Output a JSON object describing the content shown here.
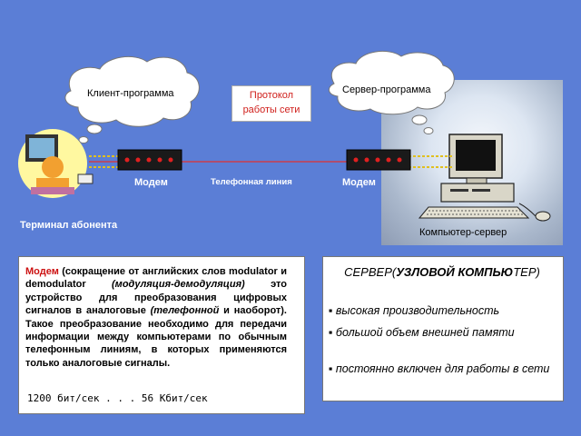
{
  "diagram": {
    "client_program": "Клиент-программа",
    "server_program": "Сервер-программа",
    "protocol_line1": "Протокол",
    "protocol_line2": "работы сети",
    "modem_left": "Модем",
    "modem_right": "Модем",
    "phone_line": "Телефонная линия",
    "terminal": "Терминал  абонента",
    "server_computer": "Компьютер-сервер"
  },
  "info": {
    "term": "Модем",
    "p1": " (сокращение от английских слов modulator и demodulator ",
    "p2": "(модуляция-демодуляция)",
    "p3": " это устройство для преобразования цифровых сигналов в аналоговые ",
    "p4": "(телефонной",
    "p5": " и наоборот). Такое преобразование необходимо для передачи информации между компьютерами по обычным телефонным линиям, в которых применяются только аналоговые сигналы.",
    "speed": "1200 бит/сек . . . 56 Кбит/сек"
  },
  "server_box": {
    "title_a": "СЕРВЕР(",
    "title_b": "УЗЛОВОЙ КОМПЬЮ",
    "title_c": "ТЕР)",
    "items": [
      "высокая производительность",
      "большой объем внешней памяти",
      "постоянно включен для работы в сети"
    ]
  },
  "colors": {
    "background": "#5b7ed6",
    "accent": "#cc1111",
    "line": "#e03030"
  }
}
